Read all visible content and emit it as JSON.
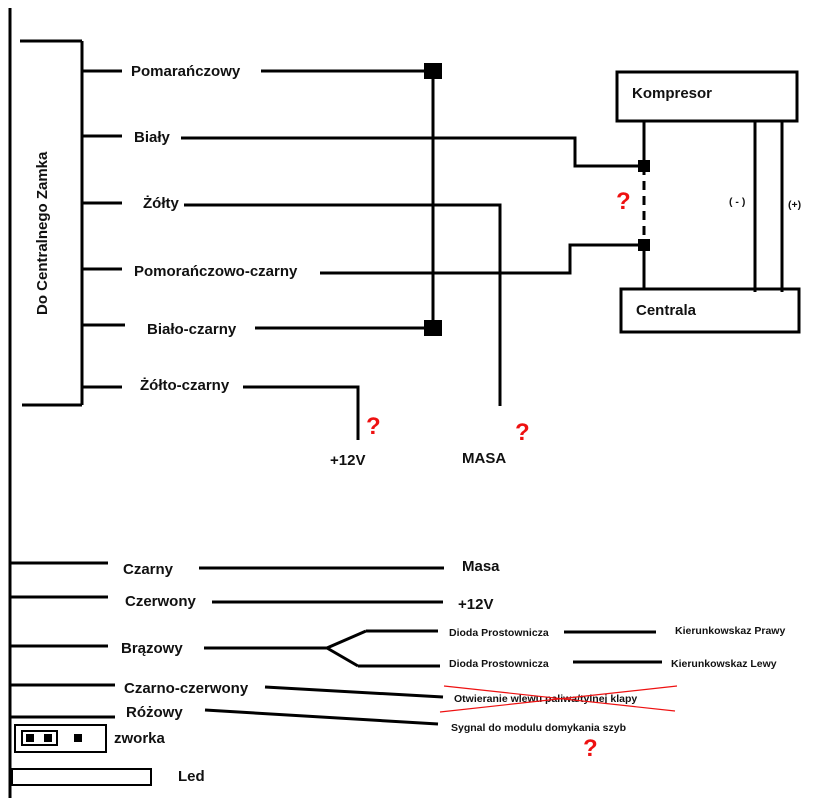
{
  "connector": {
    "title": "Do Centralnego Zamka",
    "wires": [
      "Pomarańczowy",
      "Biały",
      "Żółty",
      "Pomorańczowo-czarny",
      "Biało-czarny",
      "Żółto-czarny"
    ]
  },
  "components": {
    "compressor": "Kompresor",
    "central": "Centrala",
    "minus": "( - )",
    "plus": "(+)"
  },
  "terminals": {
    "plus12": "+12V",
    "ground": "MASA"
  },
  "question_mark": "?",
  "lower": {
    "wires": [
      "Czarny",
      "Czerwony",
      "Brązowy",
      "Czarno-czerwony",
      "Różowy"
    ],
    "destinations": {
      "masa": "Masa",
      "plus12": "+12V",
      "diode_top": "Dioda Prostownicza",
      "diode_bottom": "Dioda Prostownicza",
      "turn_right": "Kierunkowskaz Prawy",
      "turn_left": "Kierunkowskaz Lewy",
      "fuel_flap": "Otwieranie wlewu paliwa/tylnej klapy",
      "window_signal": "Sygnal do modulu domykania szyb"
    },
    "jumper": "zworka",
    "led": "Led"
  },
  "colors": {
    "wire": "#000000",
    "question": "#ee1111",
    "strike": "#ee1111"
  }
}
